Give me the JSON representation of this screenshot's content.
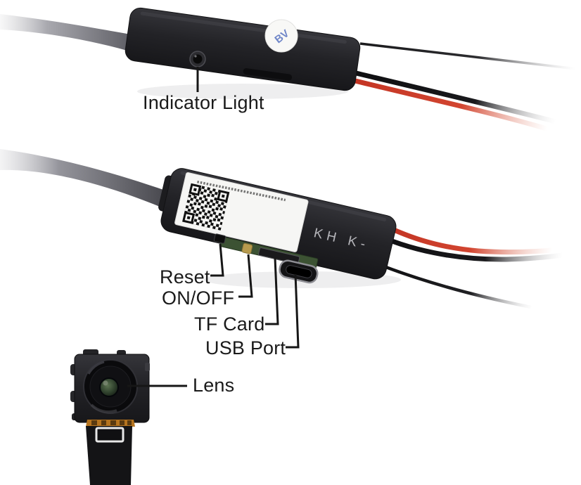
{
  "page": {
    "background": "#ffffff"
  },
  "labels": {
    "indicator_light": "Indicator Light",
    "reset": "Reset",
    "on_off": "ON/OFF",
    "tf_card": "TF Card",
    "usb_port": "USB Port",
    "lens": "Lens"
  },
  "device_markings": {
    "sticker_text": "BV",
    "body_print": "KH K-"
  },
  "colors": {
    "background": "#ffffff",
    "label_text": "#1a1a1a",
    "device_body": "#222226",
    "wire_red": "#cf3a27",
    "wire_black": "#141416",
    "pcb_green": "#3c5233",
    "switch_gold": "#b79b4e",
    "sticker_blue": "#6f86c8",
    "flex_orange": "#b5741f",
    "leader_line": "#161616"
  }
}
